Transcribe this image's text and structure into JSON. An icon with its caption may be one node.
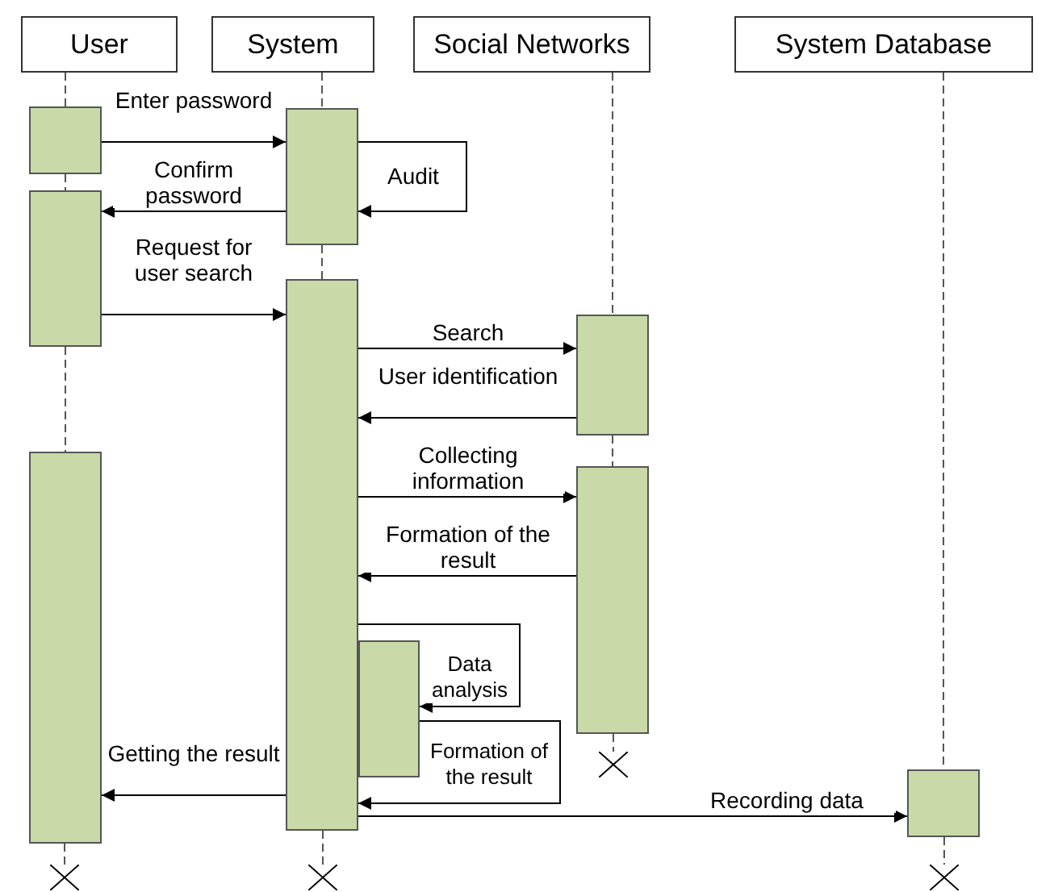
{
  "diagram": {
    "nodes": [
      {
        "text": [
          "User"
        ]
      },
      {
        "text": [
          "System"
        ]
      },
      {
        "text": [
          "Social Networks"
        ]
      },
      {
        "text": [
          "System Database"
        ]
      },
      {
        "text": [],
        "shape": "bar"
      },
      {
        "text": [],
        "shape": "bar"
      },
      {
        "text": [],
        "shape": "bar"
      },
      {
        "text": [],
        "shape": "bar"
      },
      {
        "text": [],
        "shape": "bar"
      },
      {
        "text": [],
        "shape": "bar"
      },
      {
        "text": [],
        "shape": "bar"
      },
      {
        "text": [],
        "shape": "bar"
      },
      {
        "text": [],
        "shape": "bar"
      },
      {
        "text": [],
        "shape": "cross"
      },
      {
        "text": [],
        "shape": "cross"
      },
      {
        "text": [],
        "shape": "cross"
      },
      {
        "text": [],
        "shape": "cross"
      }
    ],
    "edges": [
      {
        "from": 4,
        "to": 7,
        "arrow": "to",
        "label": "Enter password"
      },
      {
        "from": 7,
        "to": 7,
        "arrow": "to",
        "label": "Audit"
      },
      {
        "from": 7,
        "to": 5,
        "arrow": "to",
        "label": "Confirm password"
      },
      {
        "from": 5,
        "to": 8,
        "arrow": "to",
        "label": "Request for user search"
      },
      {
        "from": 8,
        "to": 10,
        "arrow": "to",
        "label": "Search"
      },
      {
        "from": 10,
        "to": 8,
        "arrow": "to",
        "label": "User identification"
      },
      {
        "from": 8,
        "to": 11,
        "arrow": "to",
        "label": "Collecting information"
      },
      {
        "from": 11,
        "to": 8,
        "arrow": "to",
        "label": "Formation of the result"
      },
      {
        "from": 8,
        "to": 9,
        "arrow": "to",
        "label": "Data analysis"
      },
      {
        "from": 9,
        "to": 8,
        "arrow": "to",
        "label": "Formation of the result"
      },
      {
        "from": 8,
        "to": 6,
        "arrow": "to",
        "label": "Getting the result"
      },
      {
        "from": 8,
        "to": 12,
        "arrow": "to",
        "label": "Recording data"
      },
      {
        "from": 0,
        "to": 4,
        "arrow": "none",
        "style": "dashed"
      },
      {
        "from": 4,
        "to": 5,
        "arrow": "none",
        "style": "dashed"
      },
      {
        "from": 5,
        "to": 6,
        "arrow": "none",
        "style": "dashed"
      },
      {
        "from": 6,
        "to": 13,
        "arrow": "none",
        "style": "dashed"
      },
      {
        "from": 1,
        "to": 7,
        "arrow": "none",
        "style": "dashed"
      },
      {
        "from": 7,
        "to": 8,
        "arrow": "none",
        "style": "dashed"
      },
      {
        "from": 8,
        "to": 14,
        "arrow": "none",
        "style": "dashed"
      },
      {
        "from": 2,
        "to": 10,
        "arrow": "none",
        "style": "dashed"
      },
      {
        "from": 10,
        "to": 11,
        "arrow": "none",
        "style": "dashed"
      },
      {
        "from": 11,
        "to": 15,
        "arrow": "none",
        "style": "dashed"
      },
      {
        "from": 3,
        "to": 12,
        "arrow": "none",
        "style": "dashed"
      },
      {
        "from": 12,
        "to": 16,
        "arrow": "none",
        "style": "dashed"
      }
    ]
  }
}
